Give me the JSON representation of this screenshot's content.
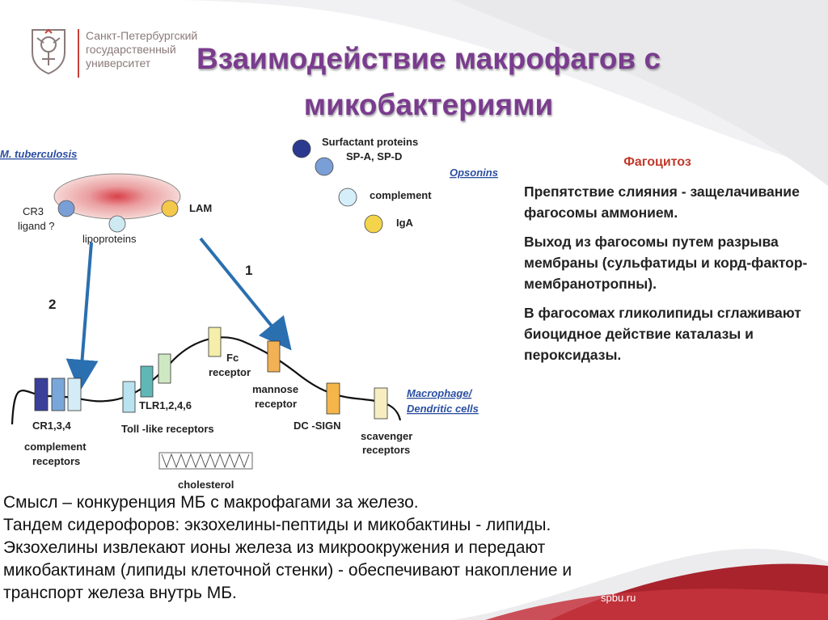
{
  "header": {
    "university_lines": [
      "Санкт-Петербургский",
      "государственный",
      "университет"
    ],
    "title_line1": "Взаимодействие макрофагов с",
    "title_line2": "микобактериями"
  },
  "diagram": {
    "m_tuberculosis": "M. tuberculosis",
    "surfactant": "Surfactant proteins",
    "spa_spd": "SP-A, SP-D",
    "opsonins": "Opsonins",
    "complement": "complement",
    "iga": "IgA",
    "lam": "LAM",
    "cr3": "CR3",
    "ligand": "ligand ?",
    "lipoproteins": "lipoproteins",
    "arrow1": "1",
    "arrow2": "2",
    "fc": "Fc",
    "receptor": "receptor",
    "mannose": "mannose",
    "mannose_receptor": "receptor",
    "macrophage": "Macrophage/",
    "dendritic": "Dendritic  cells",
    "tlr": "TLR1,2,4,6",
    "toll": "Toll -like receptors",
    "cr134": "CR1,3,4",
    "complement_r1": "complement",
    "complement_r2": "receptors",
    "dcsign": "DC -SIGN",
    "scavenger1": "scavenger",
    "scavenger2": "receptors",
    "cholesterol": "cholesterol"
  },
  "right": {
    "heading": "Фагоцитоз",
    "p1": "Препятствие слияния - защелачивание фагосомы аммонием.",
    "p2": "Выход из фагосомы путем разрыва мембраны (сульфатиды и корд-фактор- мембранотропны).",
    "p3": "В фагосомах гликолипиды сглаживают биоцидное действие  каталазы и пероксидазы."
  },
  "bottom": [
    "Смысл – конкуренция МБ с макрофагами за железо.",
    "Тандем сидерофоров: экзохелины-пептиды и микобактины - липиды.",
    "Экзохелины  извлекают ионы железа из микроокружения и передают",
    "микобактинам (липиды клеточной стенки) - обеспечивают накопление и",
    "транспорт железа внутрь МБ."
  ],
  "footer": {
    "site": "spbu.ru"
  },
  "colors": {
    "title": "#7a3c8e",
    "accent_red": "#c0392b",
    "footer_bar": "#a8232c"
  }
}
